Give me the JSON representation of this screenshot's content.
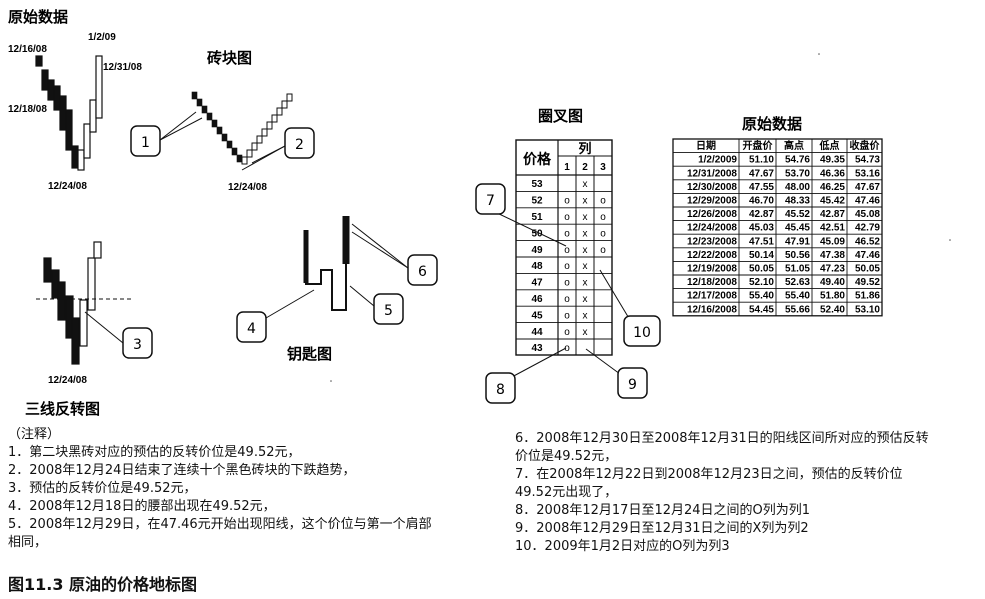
{
  "titles": {
    "raw_data": "原始数据",
    "renko": "砖块图",
    "three_line_break": "三线反转图",
    "kagi": "钥匙图",
    "point_figure": "圈叉图",
    "raw_table": "原始数据"
  },
  "dates": {
    "d1216": "12/16/08",
    "d0102": "1/2/09",
    "d1231": "12/31/08",
    "d1218": "12/18/08",
    "d1224": "12/24/08",
    "renko_d1224": "12/24/08",
    "tlb_d1224": "12/24/08"
  },
  "callouts": [
    "1",
    "2",
    "3",
    "4",
    "5",
    "6",
    "7",
    "8",
    "9",
    "10"
  ],
  "point_figure": {
    "price_header": "价格",
    "column_header": "列",
    "column_numbers": [
      "1",
      "2",
      "3"
    ],
    "rows": [
      {
        "price": "53",
        "c1": "",
        "c2": "x",
        "c3": ""
      },
      {
        "price": "52",
        "c1": "o",
        "c2": "x",
        "c3": "o"
      },
      {
        "price": "51",
        "c1": "o",
        "c2": "x",
        "c3": "o"
      },
      {
        "price": "50",
        "c1": "o",
        "c2": "x",
        "c3": "o"
      },
      {
        "price": "49",
        "c1": "o",
        "c2": "x",
        "c3": "o"
      },
      {
        "price": "48",
        "c1": "o",
        "c2": "x",
        "c3": ""
      },
      {
        "price": "47",
        "c1": "o",
        "c2": "x",
        "c3": ""
      },
      {
        "price": "46",
        "c1": "o",
        "c2": "x",
        "c3": ""
      },
      {
        "price": "45",
        "c1": "o",
        "c2": "x",
        "c3": ""
      },
      {
        "price": "44",
        "c1": "o",
        "c2": "x",
        "c3": ""
      },
      {
        "price": "43",
        "c1": "o",
        "c2": "",
        "c3": ""
      }
    ]
  },
  "raw_table": {
    "headers": [
      "日期",
      "开盘价",
      "高点",
      "低点",
      "收盘价"
    ],
    "rows": [
      [
        "1/2/2009",
        "51.10",
        "54.76",
        "49.35",
        "54.73"
      ],
      [
        "12/31/2008",
        "47.67",
        "53.70",
        "46.36",
        "53.16"
      ],
      [
        "12/30/2008",
        "47.55",
        "48.00",
        "46.25",
        "47.67"
      ],
      [
        "12/29/2008",
        "46.70",
        "48.33",
        "45.42",
        "47.46"
      ],
      [
        "12/26/2008",
        "42.87",
        "45.52",
        "42.87",
        "45.08"
      ],
      [
        "12/24/2008",
        "45.03",
        "45.45",
        "42.51",
        "42.79"
      ],
      [
        "12/23/2008",
        "47.51",
        "47.91",
        "45.09",
        "46.52"
      ],
      [
        "12/22/2008",
        "50.14",
        "50.56",
        "47.38",
        "47.46"
      ],
      [
        "12/19/2008",
        "50.05",
        "51.05",
        "47.23",
        "50.05"
      ],
      [
        "12/18/2008",
        "52.10",
        "52.63",
        "49.40",
        "49.52"
      ],
      [
        "12/17/2008",
        "55.40",
        "55.40",
        "51.80",
        "51.86"
      ],
      [
        "12/16/2008",
        "54.45",
        "55.66",
        "52.40",
        "53.10"
      ]
    ]
  },
  "notes": {
    "heading": "（注释）",
    "left": [
      "1．第二块黑砖对应的预估的反转价位是49.52元，",
      "2．2008年12月24日结束了连续十个黑色砖块的下跌趋势，",
      "3．预估的反转价位是49.52元，",
      "4．2008年12月18日的腰部出现在49.52元，",
      "5．2008年12月29日，在47.46元开始出现阳线，这个价位与第一个肩部",
      "相同，"
    ],
    "right": [
      "6．2008年12月30日至2008年12月31日的阳线区间所对应的预估反转",
      "价位是49.52元，",
      "7．在2008年12月22日到2008年12月23日之间，预估的反转价位",
      "49.52元出现了，",
      "8．2008年12月17日至12月24日之间的O列为列1",
      "9．2008年12月29日至12月31日之间的X列为列2",
      "10．2009年1月2日对应的O列为列3"
    ]
  },
  "caption": "图11.3 原油的价格地标图"
}
